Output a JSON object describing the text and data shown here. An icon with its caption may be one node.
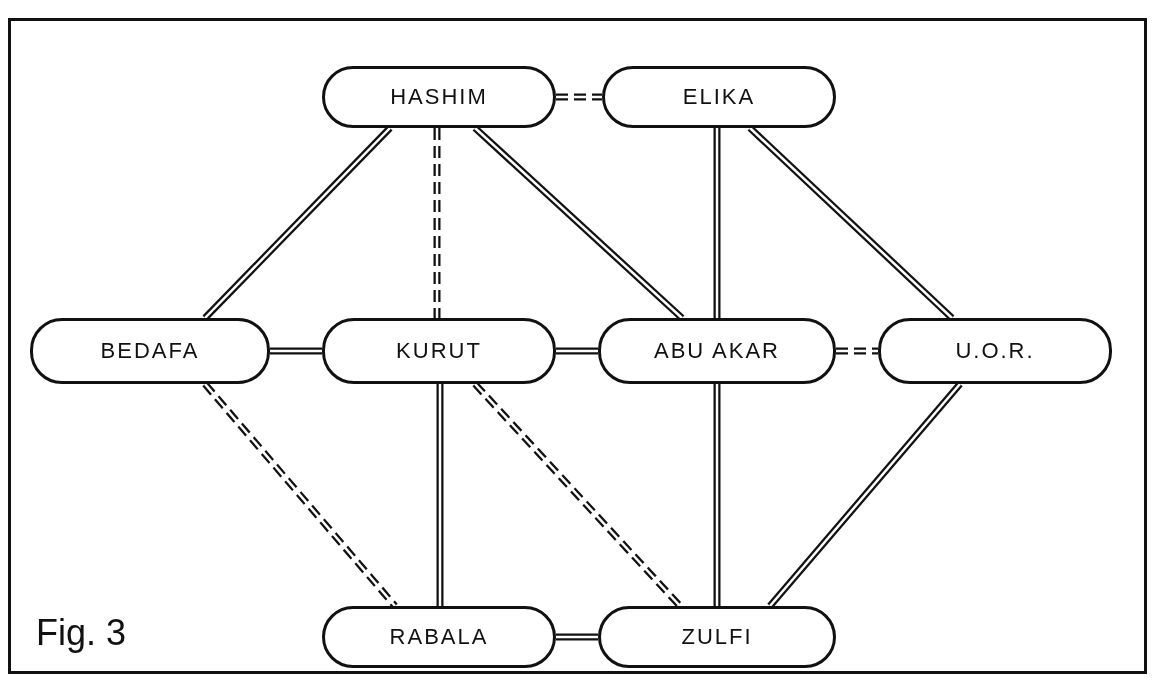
{
  "diagram": {
    "nodes": [
      {
        "text": [
          "HASHIM"
        ]
      },
      {
        "text": [
          "ELIKA"
        ]
      },
      {
        "text": [
          "BEDAFA"
        ]
      },
      {
        "text": [
          "KURUT"
        ]
      },
      {
        "text": [
          "ABU AKAR"
        ]
      },
      {
        "text": [
          "U.O.R."
        ]
      },
      {
        "text": [
          "RABALA"
        ]
      },
      {
        "text": [
          "ZULFI"
        ]
      }
    ],
    "edges": [
      {
        "from": 0,
        "to": 1,
        "arrow": "none",
        "style": "dashed"
      },
      {
        "from": 0,
        "to": 2,
        "arrow": "none"
      },
      {
        "from": 0,
        "to": 3,
        "arrow": "none",
        "style": "dashed"
      },
      {
        "from": 0,
        "to": 4,
        "arrow": "none"
      },
      {
        "from": 1,
        "to": 4,
        "arrow": "none"
      },
      {
        "from": 1,
        "to": 5,
        "arrow": "none"
      },
      {
        "from": 2,
        "to": 3,
        "arrow": "none"
      },
      {
        "from": 3,
        "to": 4,
        "arrow": "none"
      },
      {
        "from": 4,
        "to": 5,
        "arrow": "none",
        "style": "dashed"
      },
      {
        "from": 2,
        "to": 6,
        "arrow": "none",
        "style": "dashed"
      },
      {
        "from": 3,
        "to": 6,
        "arrow": "none"
      },
      {
        "from": 3,
        "to": 7,
        "arrow": "none",
        "style": "dashed"
      },
      {
        "from": 4,
        "to": 7,
        "arrow": "none"
      },
      {
        "from": 5,
        "to": 7,
        "arrow": "none"
      },
      {
        "from": 6,
        "to": 7,
        "arrow": "none"
      }
    ],
    "labels": [
      "Fig. 3"
    ]
  }
}
